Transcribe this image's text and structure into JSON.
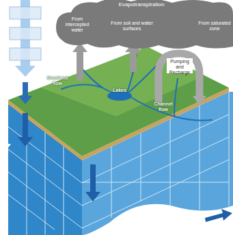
{
  "diagram": {
    "nodes": [
      {
        "text": [
          "Evapotranspiration",
          "From intercepted water",
          "From soil and water surfaces",
          "From saturated zone"
        ]
      }
    ],
    "labels": [
      "Pumping and Recharge",
      "Overland flow",
      "Lakes",
      "Channel flow"
    ]
  }
}
